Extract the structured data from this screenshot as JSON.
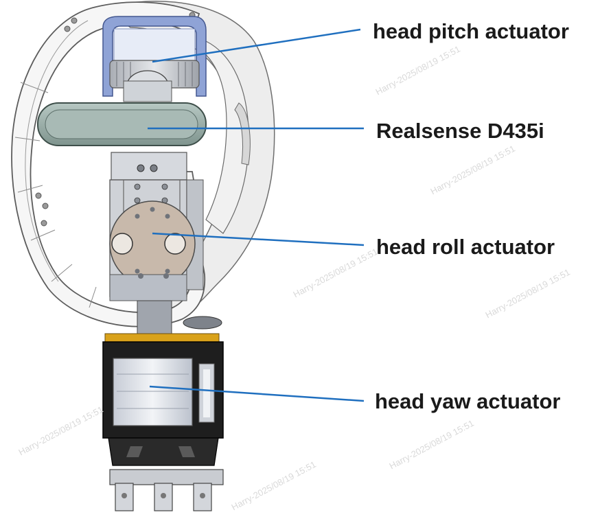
{
  "labels": {
    "head_pitch": "head pitch actuator",
    "realsense": "Realsense D435i",
    "head_roll": "head roll actuator",
    "head_yaw": "head yaw actuator"
  },
  "watermark": "Harry-2025/08/19 15:51",
  "colors": {
    "leader_line": "#1f6fbf",
    "frame_white": "#f4f4f4",
    "frame_outline": "#6e6e6e",
    "bracket_blue": "#8fa3d6",
    "camera_body": "#9fb3ad",
    "metal_grey": "#c9ccd1",
    "actuator_disc": "#c8b9ab",
    "yaw_body": "#1e1e1e",
    "yaw_ring": "#d9a21b"
  }
}
